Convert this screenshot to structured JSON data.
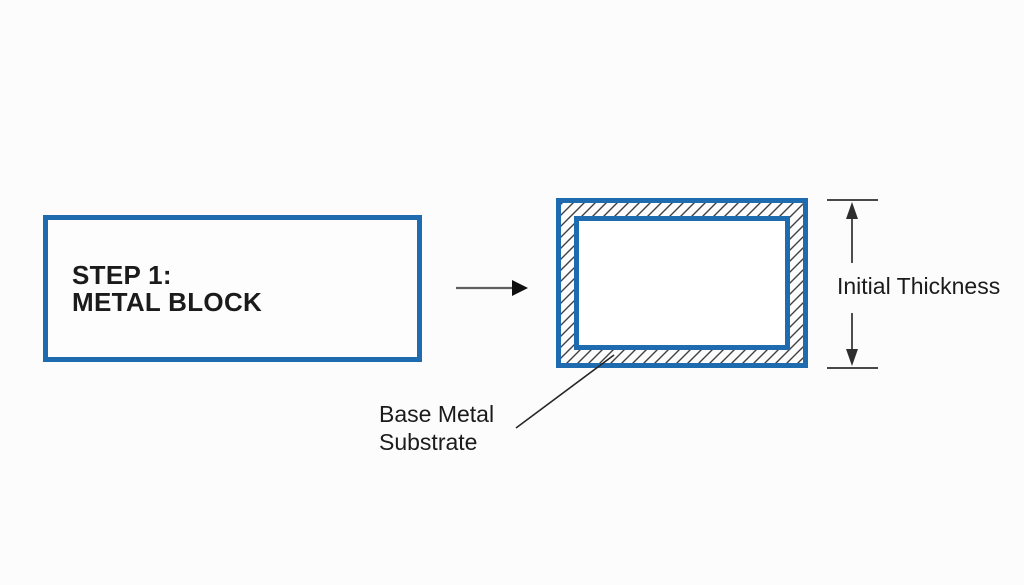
{
  "diagram": {
    "step_box": {
      "line1": "STEP 1:",
      "line2": "METAL BLOCK"
    },
    "labels": {
      "initial_thickness": "Initial Thickness",
      "base_metal_line1": "Base Metal",
      "base_metal_line2": "Substrate"
    },
    "colors": {
      "background": "#fcfcfc",
      "outline_blue": "#1e6bb0",
      "hatch_line": "#404040",
      "text": "#1b1b1b",
      "flow_arrow_line": "#5f5f5f",
      "flow_arrow_head": "#101010",
      "dimension_line": "#2e2e2e",
      "leader_line": "#262626"
    }
  }
}
